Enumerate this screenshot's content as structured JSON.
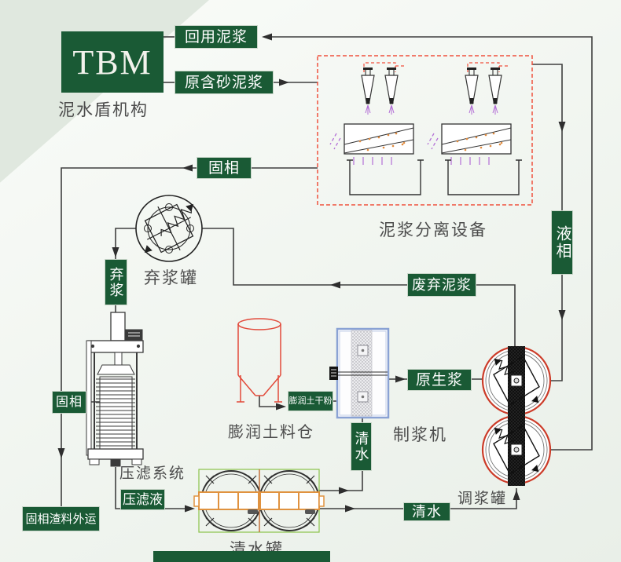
{
  "colors": {
    "green": "#1a5a35",
    "line": "#3f3f3f",
    "red": "#e8442f",
    "orange": "#e0923f",
    "purple": "#b36fd6",
    "blue": "#8aa2d4"
  },
  "nodes": {
    "tbm": "TBM",
    "tbm_caption": "泥水盾机构",
    "recycled": "回用泥浆",
    "sandy": "原含砂泥浆",
    "separation_caption": "泥浆分离设备",
    "solid_top": "固相",
    "liquid": "液相",
    "waste_tank_caption": "弃浆罐",
    "waste": "弃浆",
    "waste_slurry": "废弃泥浆",
    "solid_left": "固相",
    "press_caption": "压滤系统",
    "filtrate": "压滤液",
    "solid_out": "固相渣料外运",
    "silo_caption": "膨润土料仓",
    "bentonite_powder": "膨润土干粉",
    "mixer_caption": "制浆机",
    "raw_slurry": "原生浆",
    "water_vertical": "清水",
    "water_horizontal": "清水",
    "water_tank_caption": "清水罐",
    "adjust_tank_caption": "调浆罐"
  }
}
